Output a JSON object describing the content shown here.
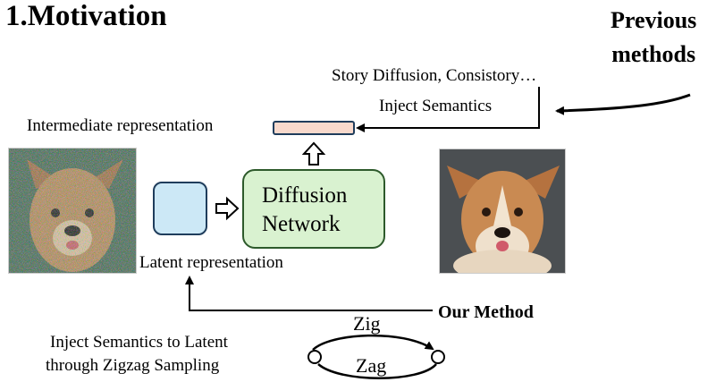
{
  "title": "1.Motivation",
  "previous_methods": [
    "Previous",
    "methods"
  ],
  "story_diffusion": "Story Diffusion, Consistory…",
  "inject_semantics": "Inject Semantics",
  "intermediate_representation": "Intermediate representation",
  "diffusion_network": "Diffusion Network",
  "latent_representation": "Latent representation",
  "our_method": "Our Method",
  "zig": "Zig",
  "zag": "Zag",
  "inject_latent_line1": "Inject Semantics to Latent",
  "inject_latent_line2": "through Zigzag Sampling",
  "colors": {
    "latent_box": "#cce8f6",
    "diffusion_box": "#d9f2d0",
    "intermediate_bar": "#f8d9cc"
  }
}
